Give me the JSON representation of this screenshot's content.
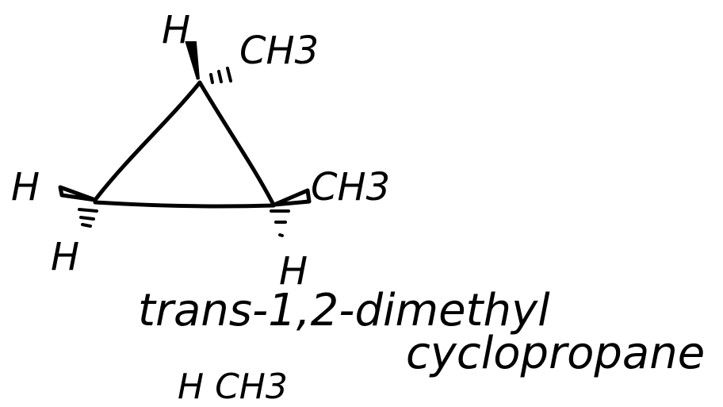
{
  "labels": {
    "top_h": "H",
    "top_ch3": "CH3",
    "left_h_wedge": "H",
    "left_h_hash": "H",
    "right_ch3": "CH3",
    "right_h": "H",
    "name_line1": "trans-1,2-dimethyl",
    "name_line2": "cyclopropane",
    "bottom_partial": "H  CH3"
  },
  "colors": {
    "ink": "#000000",
    "background": "#ffffff"
  }
}
